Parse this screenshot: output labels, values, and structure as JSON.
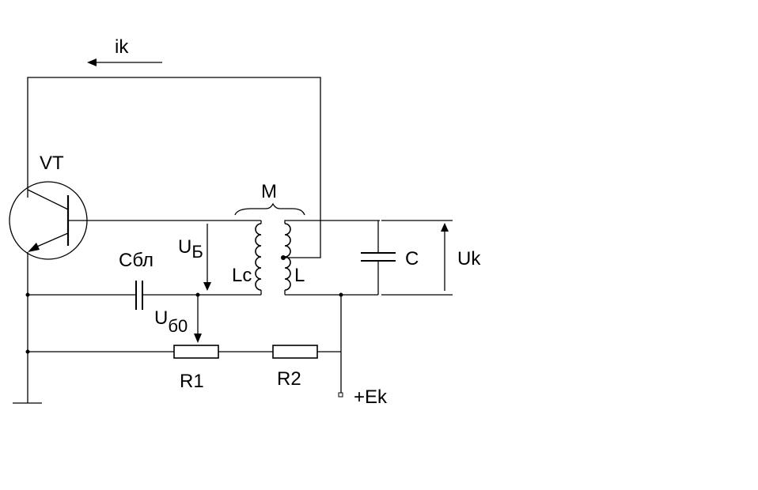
{
  "diagram": {
    "labels": {
      "ik": "ik",
      "vt": "VT",
      "m": "M",
      "ub": "U",
      "ub_sub": "Б",
      "csbl": "Cбл",
      "lc": "Lc",
      "l": "L",
      "c": "C",
      "uk": "Uk",
      "u60": "U",
      "u60_sub": "б0",
      "r1": "R1",
      "r2": "R2",
      "ek": "+Ek"
    },
    "components": [
      "transistor",
      "coupling-inductor",
      "tank-inductor",
      "tank-capacitor",
      "blocking-capacitor",
      "resistor-r1",
      "resistor-r2"
    ]
  }
}
